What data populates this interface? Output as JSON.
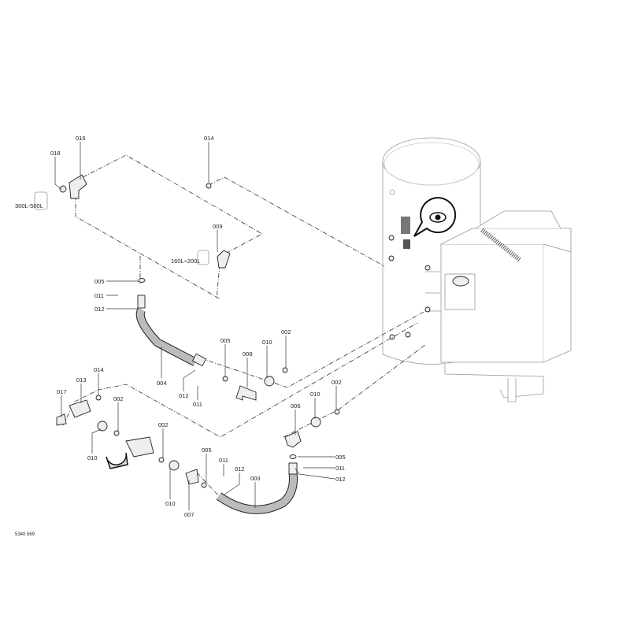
{
  "labels": {
    "p016": "016",
    "p018": "018",
    "vol_large": "300L-500L",
    "p014a": "014",
    "p009": "009",
    "vol_small": "160L÷200L",
    "p005a": "005",
    "p011a": "011",
    "p012a": "012",
    "p004": "004",
    "p005b": "005",
    "p008": "008",
    "p010a": "010",
    "p002a": "002",
    "p012b": "012",
    "p011b": "011",
    "p017": "017",
    "p013": "013",
    "p014b": "014",
    "p002b": "002",
    "p010b": "010",
    "p002c": "002",
    "p010c": "010",
    "p005c": "005",
    "p007": "007",
    "p011c": "011",
    "p012c": "012",
    "p003": "003",
    "p006": "006",
    "p010d": "010",
    "p002d": "002",
    "p005d": "005",
    "p011d": "011",
    "p012d": "012"
  },
  "drawing_number": "5340 569",
  "icons": {
    "inspection": "eye-icon"
  }
}
